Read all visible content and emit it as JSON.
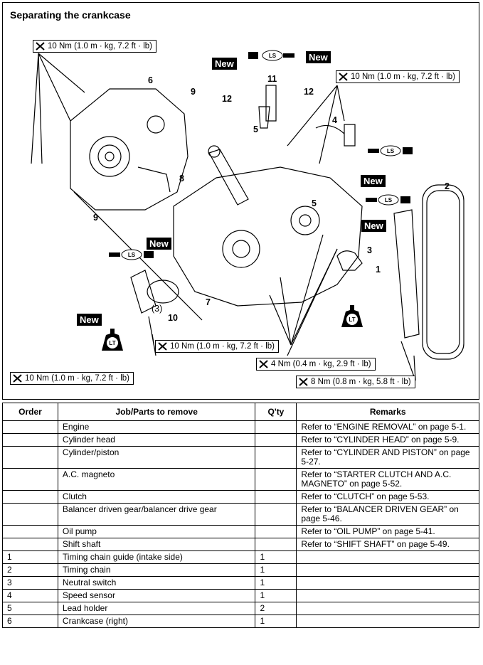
{
  "title": "Separating the crankcase",
  "badges": {
    "new": "New",
    "ls": "LS",
    "lt": "LT"
  },
  "torque": {
    "t1": "10 Nm (1.0 m · kg, 7.2 ft · lb)",
    "t2": "10 Nm (1.0 m · kg, 7.2 ft · lb)",
    "t3": "10 Nm (1.0 m · kg, 7.2 ft · lb)",
    "t4": "4 Nm (0.4 m · kg, 2.9 ft · lb)",
    "t5": "10 Nm (1.0 m · kg, 7.2 ft · lb)",
    "t6": "8 Nm (0.8 m · kg, 5.8 ft · lb)"
  },
  "callouts": {
    "c6": "6",
    "c9a": "9",
    "c9b": "9",
    "c11": "11",
    "c12a": "12",
    "c12b": "12",
    "c5a": "5",
    "c5b": "5",
    "c4": "4",
    "c8": "8",
    "c2": "2",
    "c3": "3",
    "c1": "1",
    "c7": "7",
    "c3p": "(3)",
    "c10": "10"
  },
  "table": {
    "headers": [
      "Order",
      "Job/Parts to remove",
      "Q'ty",
      "Remarks"
    ],
    "rows": [
      {
        "order": "",
        "part": "Engine",
        "qty": "",
        "remarks": "Refer to “ENGINE REMOVAL” on page 5-1."
      },
      {
        "order": "",
        "part": "Cylinder head",
        "qty": "",
        "remarks": "Refer to “CYLINDER HEAD” on page 5-9."
      },
      {
        "order": "",
        "part": "Cylinder/piston",
        "qty": "",
        "remarks": "Refer to “CYLINDER AND PISTON” on page 5-27."
      },
      {
        "order": "",
        "part": "A.C. magneto",
        "qty": "",
        "remarks": "Refer to “STARTER CLUTCH AND A.C. MAGNETO” on page 5-52."
      },
      {
        "order": "",
        "part": "Clutch",
        "qty": "",
        "remarks": "Refer to “CLUTCH” on page 5-53."
      },
      {
        "order": "",
        "part": "Balancer driven gear/balancer drive gear",
        "qty": "",
        "remarks": "Refer to “BALANCER DRIVEN GEAR” on page 5-46."
      },
      {
        "order": "",
        "part": "Oil pump",
        "qty": "",
        "remarks": "Refer to “OIL PUMP” on page 5-41."
      },
      {
        "order": "",
        "part": "Shift shaft",
        "qty": "",
        "remarks": "Refer to “SHIFT SHAFT” on page 5-49."
      },
      {
        "order": "1",
        "part": "Timing chain guide (intake side)",
        "qty": "1",
        "remarks": ""
      },
      {
        "order": "2",
        "part": "Timing chain",
        "qty": "1",
        "remarks": ""
      },
      {
        "order": "3",
        "part": "Neutral switch",
        "qty": "1",
        "remarks": ""
      },
      {
        "order": "4",
        "part": "Speed sensor",
        "qty": "1",
        "remarks": ""
      },
      {
        "order": "5",
        "part": "Lead holder",
        "qty": "2",
        "remarks": ""
      },
      {
        "order": "6",
        "part": "Crankcase (right)",
        "qty": "1",
        "remarks": ""
      }
    ]
  }
}
